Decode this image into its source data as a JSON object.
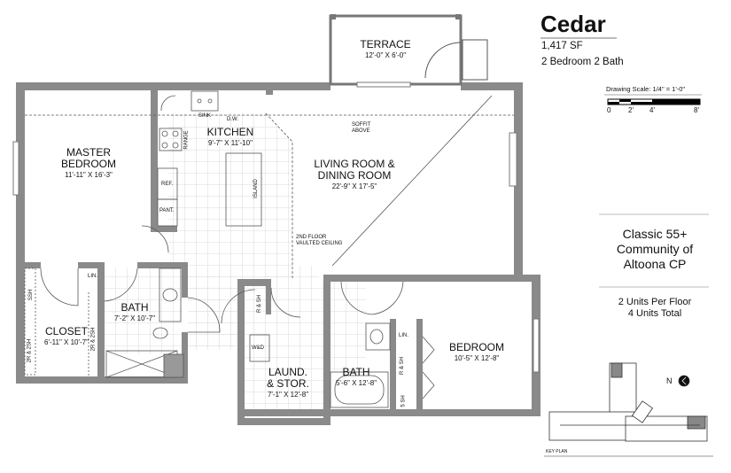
{
  "header": {
    "plan_name": "Cedar",
    "square_feet": "1,417 SF",
    "bed_bath": "2 Bedroom 2 Bath"
  },
  "scale": {
    "label": "Drawing Scale: 1/4\" = 1'-0\"",
    "ticks": [
      "0",
      "2'",
      "4'",
      "8'"
    ]
  },
  "community": {
    "line1": "Classic 55+",
    "line2": "Community of",
    "line3": "Altoona CP",
    "units_per_floor": "2 Units Per Floor",
    "units_total": "4 Units Total"
  },
  "rooms": {
    "terrace": {
      "name": "TERRACE",
      "dim": "12'-0\" X 6'-0\""
    },
    "master": {
      "name1": "MASTER",
      "name2": "BEDROOM",
      "dim": "11'-11\" X 16'-3\""
    },
    "kitchen": {
      "name": "KITCHEN",
      "dim": "9'-7\" X 11'-10\""
    },
    "living": {
      "name1": "LIVING ROOM &",
      "name2": "DINING ROOM",
      "dim": "22'-9\" X 17'-5\""
    },
    "closet": {
      "name": "CLOSET",
      "dim": "6'-11\" X 10'-7\""
    },
    "bath1": {
      "name": "BATH",
      "dim": "7'-2\" X 10'-7\""
    },
    "laundry": {
      "name1": "LAUND.",
      "name2": "& STOR.",
      "dim": "7'-1\" X 12'-8\""
    },
    "bath2": {
      "name": "BATH",
      "dim": "5'-6\" X 12'-8\""
    },
    "bedroom": {
      "name": "BEDROOM",
      "dim": "10'-5\" X 12'-8\""
    }
  },
  "fixtures": {
    "sink": "SINK",
    "dw": "D.W.",
    "range": "RANGE",
    "ref": "REF.",
    "pant": "PANT.",
    "island": "ISLAND",
    "soffit": "SOFFIT ABOVE",
    "vaulted1": "2ND FLOOR",
    "vaulted2": "VAULTED CEILING",
    "lin1": "LIN.",
    "lin2": "LIN.",
    "ssh": "SSH",
    "sh2_a": "2R & 2SH",
    "sh2_b": "2R & 2SH",
    "rsh1": "R & SH",
    "rsh2": "R & SH",
    "wd": "W&D",
    "ssh2": "5 SH"
  },
  "key_plan": {
    "label": "KEY PLAN",
    "north": "N"
  },
  "colors": {
    "wall": "#8a8a8a",
    "grid": "#cfcfcf"
  }
}
